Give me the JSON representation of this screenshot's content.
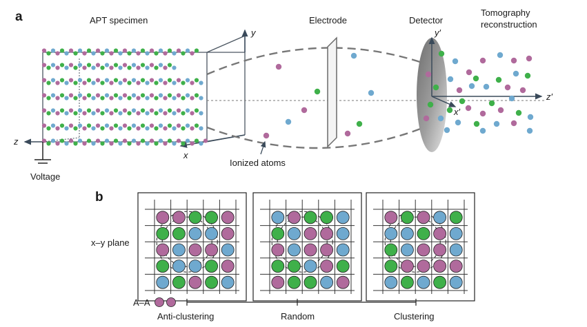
{
  "panel_a": {
    "letter": "a",
    "specimen_label": "APT specimen",
    "electrode_label": "Electrode",
    "detector_label": "Detector",
    "tomography_label_1": "Tomography",
    "tomography_label_2": "reconstruction",
    "ionized_label": "Ionized atoms",
    "voltage_label": "Voltage",
    "axis_y": "y",
    "axis_x": "x",
    "axis_z": "z",
    "axis_y_prime": "y′",
    "axis_x_prime": "x′",
    "axis_z_prime": "z′"
  },
  "panel_b": {
    "letter": "b",
    "plane_label": "x–y plane",
    "pair_label": "A–A",
    "scale_labels": [
      "Anti-clustering",
      "Random",
      "Clustering"
    ],
    "grids": [
      [
        "PPGGP",
        "GGBBP",
        "PBPPB",
        "GBBGP",
        "BGPGB"
      ],
      [
        "BPGGB",
        "GBPPB",
        "PBPPB",
        "GGBPG",
        "PGGBP"
      ],
      [
        "PGPBG",
        "BBGPB",
        "GBPPB",
        "GPPPP",
        "BGBGB"
      ]
    ]
  },
  "colors": {
    "A_pink": "#b06a9c",
    "B_blue": "#6fa9cf",
    "C_green": "#3fb04a",
    "line": "#4a4a4a"
  }
}
